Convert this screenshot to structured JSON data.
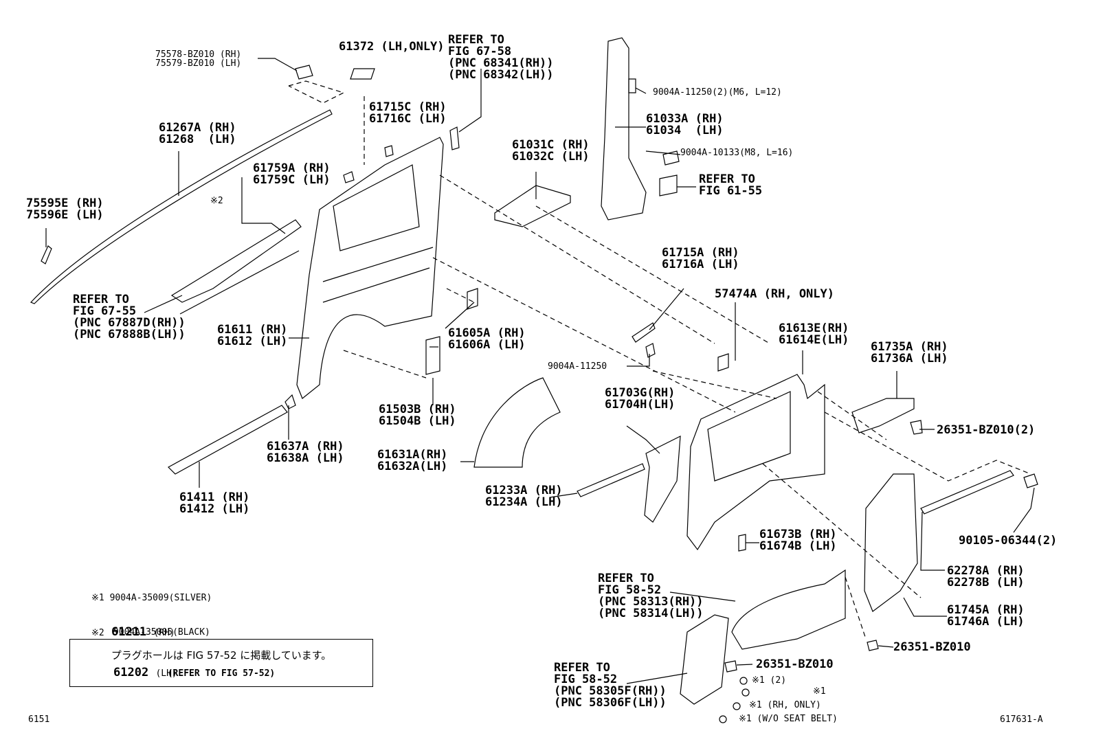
{
  "callouts": [
    {
      "id": "c01",
      "lines": [
        "75578-BZ010 (RH)",
        "75579-BZ010 (LH)"
      ]
    },
    {
      "id": "c02",
      "lines": [
        "61372 (LH,ONLY)"
      ]
    },
    {
      "id": "c03",
      "lines": [
        "REFER TO",
        "FIG 67-58",
        "(PNC 68341(RH))",
        "(PNC 68342(LH))"
      ]
    },
    {
      "id": "c04",
      "lines": [
        "61715C (RH)",
        "61716C (LH)"
      ]
    },
    {
      "id": "c05",
      "lines": [
        "61267A (RH)",
        "61268  (LH)"
      ]
    },
    {
      "id": "c06",
      "lines": [
        "61759A (RH)",
        "61759C (LH)"
      ]
    },
    {
      "id": "c07",
      "lines": [
        "※2"
      ]
    },
    {
      "id": "c08",
      "lines": [
        "75595E (RH)",
        "75596E (LH)"
      ]
    },
    {
      "id": "c09",
      "lines": [
        "REFER TO",
        "FIG 67-55",
        "(PNC 67887D(RH))",
        "(PNC 67888B(LH))"
      ]
    },
    {
      "id": "c10",
      "lines": [
        "61611 (RH)",
        "61612 (LH)"
      ]
    },
    {
      "id": "c11",
      "lines": [
        "61605A (RH)",
        "61606A (LH)"
      ]
    },
    {
      "id": "c12",
      "lines": [
        "61503B (RH)",
        "61504B (LH)"
      ]
    },
    {
      "id": "c13",
      "lines": [
        "61637A (RH)",
        "61638A (LH)"
      ]
    },
    {
      "id": "c14",
      "lines": [
        "61411 (RH)",
        "61412 (LH)"
      ]
    },
    {
      "id": "c15",
      "lines": [
        "61631A(RH)",
        "61632A(LH)"
      ]
    },
    {
      "id": "c16",
      "lines": [
        "61233A (RH)",
        "61234A (LH)"
      ]
    },
    {
      "id": "c17",
      "lines": [
        "61031C (RH)",
        "61032C (LH)"
      ]
    },
    {
      "id": "c18",
      "lines": [
        "9004A-11250(2)(M6, L=12)"
      ]
    },
    {
      "id": "c19",
      "lines": [
        "61033A (RH)",
        "61034  (LH)"
      ]
    },
    {
      "id": "c20",
      "lines": [
        "9004A-10133(M8, L=16)"
      ]
    },
    {
      "id": "c21",
      "lines": [
        "REFER TO",
        "FIG 61-55"
      ]
    },
    {
      "id": "c22",
      "lines": [
        "61715A (RH)",
        "61716A (LH)"
      ]
    },
    {
      "id": "c23",
      "lines": [
        "57474A (RH, ONLY)"
      ]
    },
    {
      "id": "c24",
      "lines": [
        "9004A-11250"
      ]
    },
    {
      "id": "c25",
      "lines": [
        "61613E(RH)",
        "61614E(LH)"
      ]
    },
    {
      "id": "c26",
      "lines": [
        "61735A (RH)",
        "61736A (LH)"
      ]
    },
    {
      "id": "c27",
      "lines": [
        "61703G(RH)",
        "61704H(LH)"
      ]
    },
    {
      "id": "c28",
      "lines": [
        "26351-BZ010(2)"
      ]
    },
    {
      "id": "c29",
      "lines": [
        "90105-06344(2)"
      ]
    },
    {
      "id": "c30",
      "lines": [
        "61673B (RH)",
        "61674B (LH)"
      ]
    },
    {
      "id": "c31",
      "lines": [
        "62278A (RH)",
        "62278B (LH)"
      ]
    },
    {
      "id": "c32",
      "lines": [
        "REFER TO",
        "FIG 58-52",
        "(PNC 58313(RH))",
        "(PNC 58314(LH))"
      ]
    },
    {
      "id": "c33",
      "lines": [
        "61745A (RH)",
        "61746A (LH)"
      ]
    },
    {
      "id": "c34",
      "lines": [
        "26351-BZ010"
      ]
    },
    {
      "id": "c35",
      "lines": [
        "26351-BZ010"
      ]
    },
    {
      "id": "c36",
      "lines": [
        "※1 (2)"
      ]
    },
    {
      "id": "c37",
      "lines": [
        "REFER TO",
        "FIG 58-52",
        "(PNC 58305F(RH))",
        "(PNC 58306F(LH))"
      ]
    },
    {
      "id": "c38",
      "lines": [
        "※1"
      ]
    },
    {
      "id": "c39",
      "lines": [
        "※1 (RH, ONLY)"
      ]
    },
    {
      "id": "c40",
      "lines": [
        "※1 (W/O SEAT BELT)"
      ]
    }
  ],
  "legend": {
    "line1_mark": "※1",
    "line1_part": "9004A-35009",
    "line1_note": "(SILVER)",
    "line2_part": "9004A-35005",
    "line2_note": "(BLACK)",
    "line3_mark": "※2",
    "line3_part": "61211",
    "line3_note": "(RH)",
    "line4_part": "61202",
    "line4_note": "(LH)"
  },
  "note": {
    "japanese": "プラグホールは FIG 57-52 に掲載しています。",
    "english": "(REFER TO FIG 57-52)"
  },
  "page_code": "6151",
  "figure_code": "617631-A"
}
